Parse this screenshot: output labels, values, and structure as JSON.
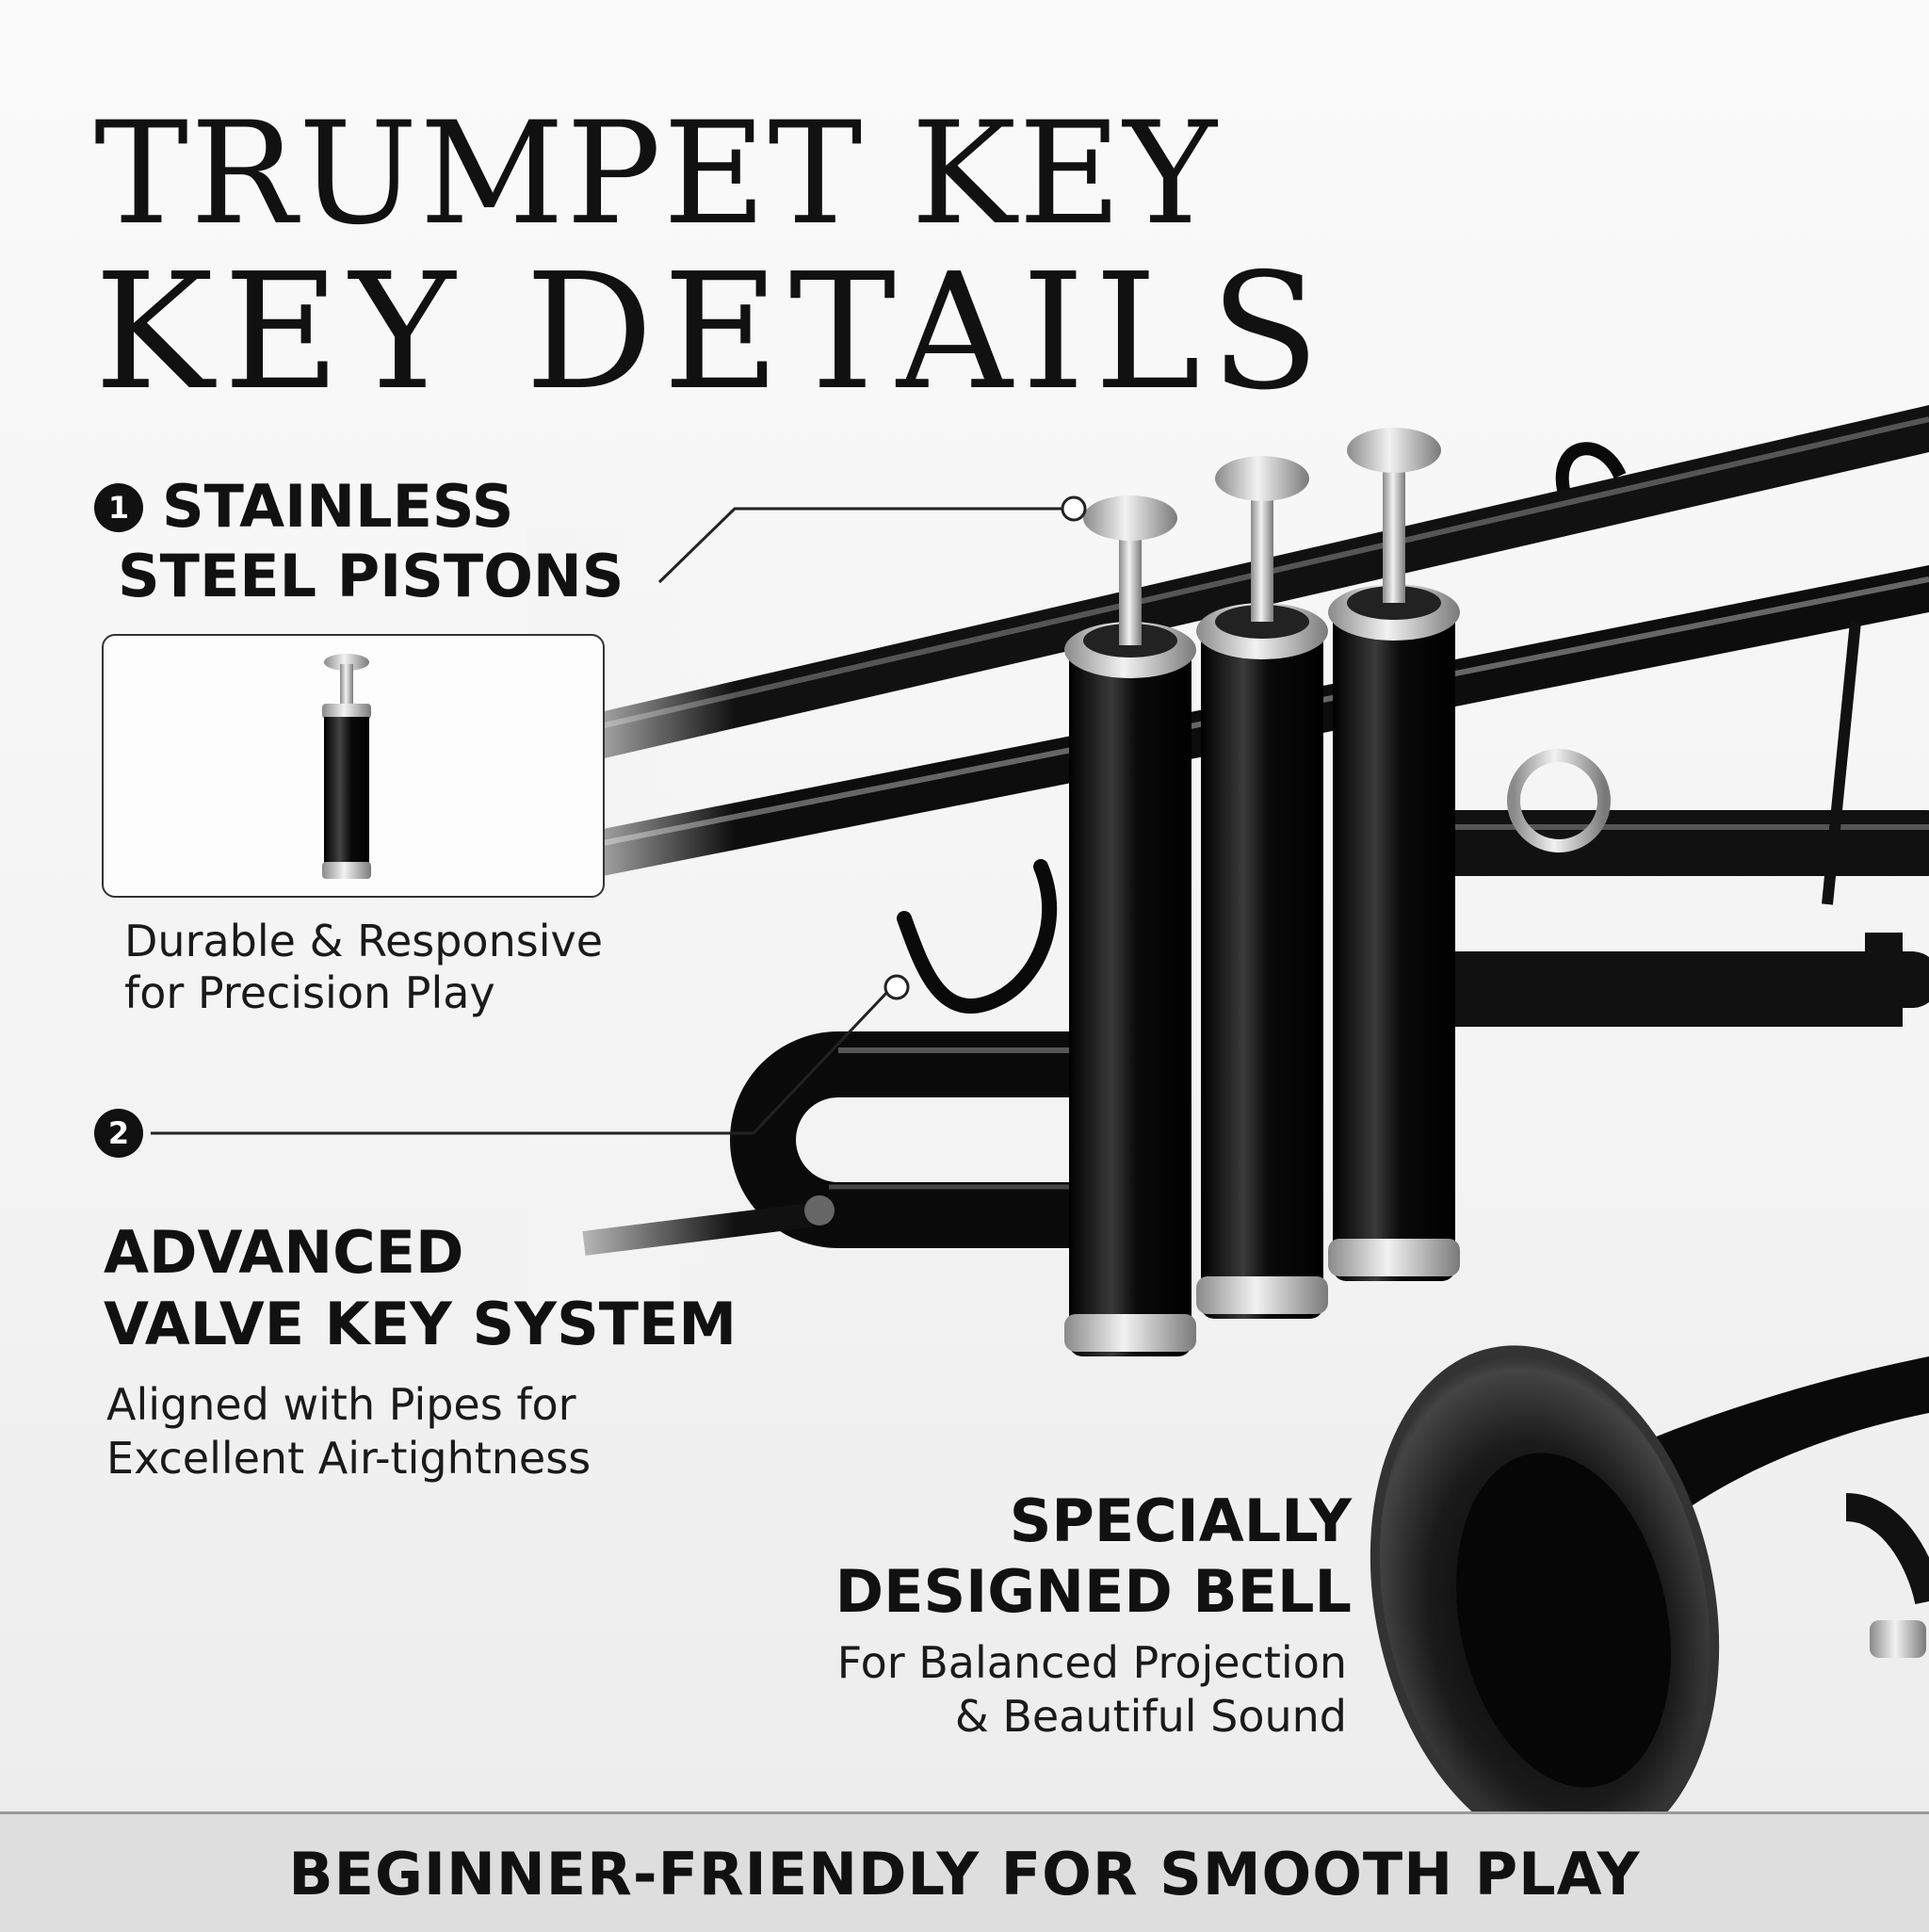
{
  "title": {
    "line1": "TRUMPET KEY",
    "line2": "KEY DETAILS"
  },
  "features": [
    {
      "number": "1",
      "heading_line1": "STAINLESS",
      "heading_line2": "STEEL PISTONS",
      "description_line1": "Durable & Responsive",
      "description_line2": "for Precision Play"
    },
    {
      "number": "2",
      "heading_line1": "ADVANCED",
      "heading_line2": "VALVE KEY SYSTEM",
      "description_line1": "Aligned with Pipes for",
      "description_line2": "Excellent Air-tightness"
    },
    {
      "heading_line1": "SPECIALLY",
      "heading_line2": "DESIGNED BELL",
      "description_line1": "For Balanced Projection",
      "description_line2": "& Beautiful Sound"
    }
  ],
  "footer": {
    "text": "BEGINNER-FRIENDLY FOR SMOOTH PLAY"
  },
  "colors": {
    "text": "#111111",
    "background": "#f4f4f4",
    "footer_band": "#dedede",
    "trumpet": "#0a0a0a",
    "chrome": "#c8c8c8"
  }
}
